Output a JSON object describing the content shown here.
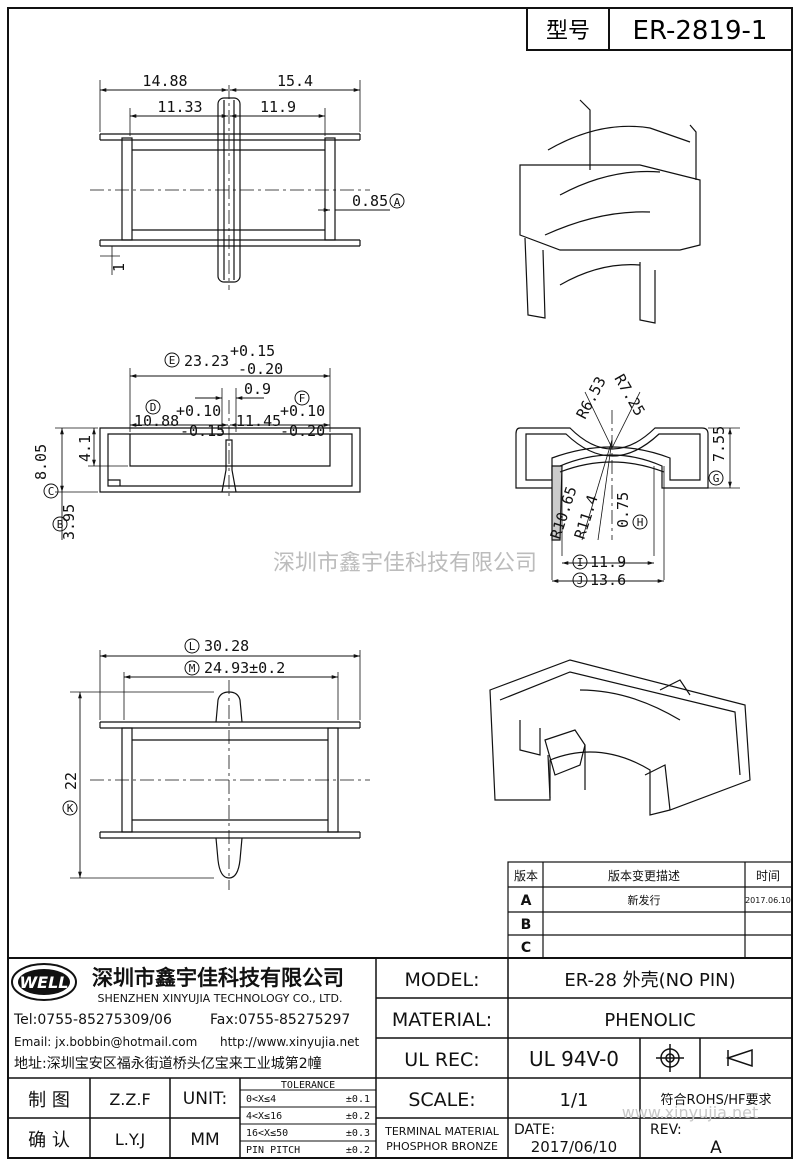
{
  "header": {
    "type_label": "型号",
    "part_number": "ER-2819-1"
  },
  "watermark": "深圳市鑫宇佳科技有限公司",
  "watermark_url": "www.xinyujia.net",
  "views": {
    "top": {
      "dims": [
        "14.88",
        "15.4",
        "11.33",
        "11.9",
        "0.85",
        "1"
      ],
      "markers": [
        "A"
      ]
    },
    "front": {
      "dims": [
        "23.23",
        "+0.15",
        "-0.20",
        "0.9",
        "10.88",
        "+0.10",
        "-0.15",
        "11.45",
        "+0.10",
        "-0.20",
        "8.05",
        "4.1",
        "3.95"
      ],
      "markers": [
        "E",
        "D",
        "F",
        "C",
        "B"
      ]
    },
    "side": {
      "dims": [
        "R6.53",
        "R7.25",
        "7.55",
        "R10.65",
        "R11.4",
        "0.75",
        "11.9",
        "13.6"
      ],
      "markers": [
        "G",
        "H",
        "I",
        "J"
      ]
    },
    "bottom": {
      "dims": [
        "30.28",
        "24.93±0.2",
        "22"
      ],
      "markers": [
        "L",
        "M",
        "K"
      ]
    }
  },
  "revision_table": {
    "headers": [
      "版本",
      "版本变更描述",
      "时间"
    ],
    "rows": [
      {
        "rev": "A",
        "desc": "新发行",
        "date": "2017.06.10"
      },
      {
        "rev": "B",
        "desc": "",
        "date": ""
      },
      {
        "rev": "C",
        "desc": "",
        "date": ""
      }
    ]
  },
  "company": {
    "logo_text": "WELL",
    "name_cn": "深圳市鑫宇佳科技有限公司",
    "name_en": "SHENZHEN XINYUJIA TECHNOLOGY CO., LTD.",
    "tel": "Tel:0755-85275309/06",
    "fax": "Fax:0755-85275297",
    "email": "Email: jx.bobbin@hotmail.com",
    "url": "http://www.xinyujia.net",
    "address": "地址:深圳宝安区福永街道桥头亿宝来工业城第2幢"
  },
  "title_block": {
    "model_label": "MODEL:",
    "model_value": "ER-28 外壳(NO PIN)",
    "material_label": "MATERIAL:",
    "material_value": "PHENOLIC",
    "ulrec_label": "UL REC:",
    "ulrec_value": "UL 94V-0",
    "scale_label": "SCALE:",
    "scale_value": "1/1",
    "rohs": "符合ROHS/HF要求",
    "terminal_material_label": "TERMINAL MATERIAL",
    "terminal_material_value": "PHOSPHOR BRONZE",
    "date_label": "DATE:",
    "date_value": "2017/06/10",
    "rev_label": "REV:",
    "rev_value": "A",
    "drawn_label": "制 图",
    "drawn_value": "Z.Z.F",
    "checked_label": "确 认",
    "checked_value": "L.Y.J",
    "unit_label": "UNIT:",
    "unit_value": "MM",
    "tolerance_title": "TOLERANCE",
    "tolerance": [
      {
        "range": "0<X≤4",
        "tol": "±0.1"
      },
      {
        "range": "4<X≤16",
        "tol": "±0.2"
      },
      {
        "range": "16<X≤50",
        "tol": "±0.3"
      },
      {
        "range": "PIN PITCH",
        "tol": "±0.2"
      }
    ]
  }
}
